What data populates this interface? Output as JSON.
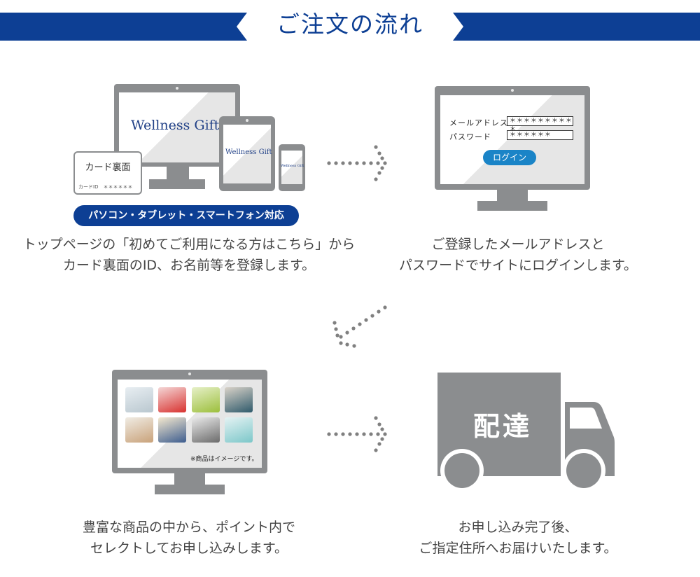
{
  "header": {
    "title": "ご注文の流れ",
    "color": "#0d3f94"
  },
  "step1": {
    "brand": "Wellness Gift",
    "card_title": "カード裏面",
    "card_id_label": "カードID　＊＊＊＊＊＊",
    "badge": "パソコン・タブレット・スマートフォン対応",
    "caption_line1": "トップページの「初めてご利用になる方はこちら」から",
    "caption_line2": "カード裏面のID、お名前等を登録します。"
  },
  "step2": {
    "email_label": "メールアドレス",
    "email_value": "＊＊＊＊＊＊＊＊＊＊",
    "password_label": "パスワード",
    "password_value": "＊＊＊＊＊＊",
    "login_label": "ログイン",
    "caption_line1": "ご登録したメールアドレスと",
    "caption_line2": "パスワードでサイトにログインします。"
  },
  "step3": {
    "note": "※商品はイメージです。",
    "caption_line1": "豊富な商品の中から、ポイント内で",
    "caption_line2": "セレクトしてお申し込みします。"
  },
  "step4": {
    "truck_text": "配達",
    "caption_line1": "お申し込み完了後、",
    "caption_line2": "ご指定住所へお届けいたします。"
  },
  "colors": {
    "brand_blue": "#0d3f94",
    "device_gray": "#8b8d8f",
    "button_blue": "#1a84c7",
    "dot_gray": "#808080"
  }
}
